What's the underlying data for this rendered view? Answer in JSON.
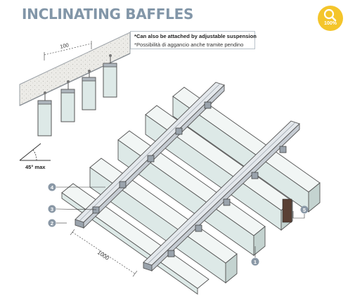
{
  "title": "INCLINATING BAFFLES",
  "badge": {
    "icon": "magnifier-icon",
    "percent": "100%"
  },
  "note": {
    "line1": "*Can also be attached by adjustable suspension",
    "line2": "*Possibilità di aggancio anche tramite pendino"
  },
  "dimensions": {
    "spacing": "100",
    "length": "1000"
  },
  "angle_label": "45° max",
  "callouts": [
    "1",
    "2",
    "3",
    "4",
    "5"
  ],
  "colors": {
    "title": "#8296a8",
    "badge": "#f4c52b",
    "callout": "#8a98a6",
    "baffle": "#dde9e7",
    "rail": "#c6ccd3"
  }
}
